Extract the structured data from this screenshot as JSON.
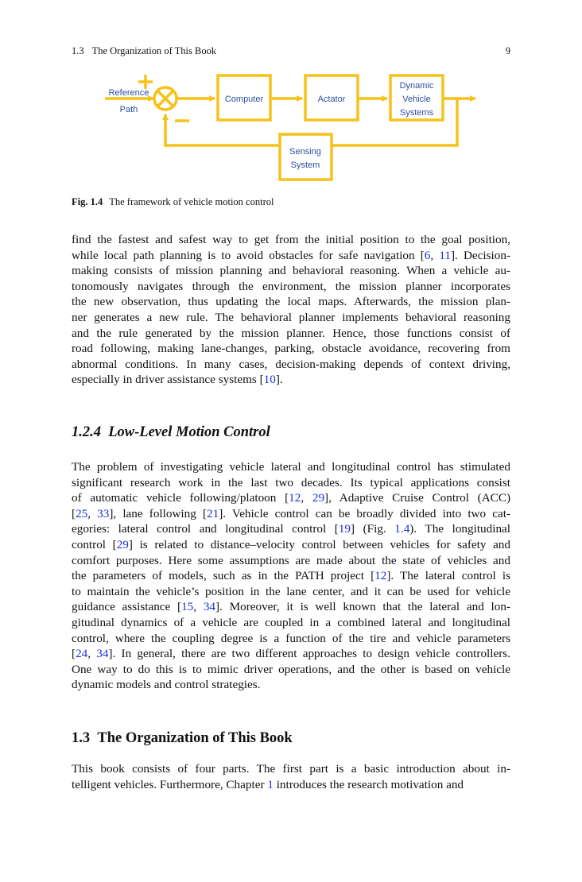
{
  "header": {
    "section": "1.3",
    "title": "The Organization of This Book",
    "page": "9"
  },
  "figure": {
    "labels": {
      "reference_line1": "Reference",
      "reference_line2": "Path",
      "plus": "+",
      "minus": "−",
      "computer": "Computer",
      "actuator": "Actator",
      "dynamic_line1": "Dynamic",
      "dynamic_line2": "Vehicle",
      "dynamic_line3": "Systems",
      "sensing_line1": "Sensing",
      "sensing_line2": "System"
    },
    "colors": {
      "block": "#f6c21a",
      "label": "#2e4ea0"
    }
  },
  "caption": {
    "label": "Fig. 1.4",
    "text": "The framework of vehicle motion control"
  },
  "para1": {
    "lines": [
      [
        "find the fastest and safest way to get from the initial position to the goal position,"
      ],
      [
        "while local path planning is to avoid obstacles for safe navigation [",
        "6",
        ", ",
        "11",
        "]. Decision-"
      ],
      [
        "making consists of mission planning and behavioral reasoning. When a vehicle au-"
      ],
      [
        "tonomously navigates through the environment, the mission planner incorporates"
      ],
      [
        "the new observation, thus updating the local maps. Afterwards, the mission plan-"
      ],
      [
        "ner generates a new rule. The behavioral planner implements behavioral reasoning"
      ],
      [
        "and the rule generated by the mission planner. Hence, those functions consist of"
      ],
      [
        "road following, making lane-changes, parking, obstacle avoidance, recovering from"
      ],
      [
        "abnormal conditions. In many cases, decision-making depends of context driving,"
      ],
      [
        "especially in driver assistance systems [",
        "10",
        "]."
      ]
    ]
  },
  "section_124": {
    "number": "1.2.4",
    "title": "Low-Level Motion Control"
  },
  "para2": {
    "lines": [
      [
        "The problem of investigating vehicle lateral and longitudinal control has stimulated"
      ],
      [
        "significant research work in the last two decades. Its typical applications consist"
      ],
      [
        "of automatic vehicle following/platoon [",
        "12",
        ", ",
        "29",
        "], Adaptive Cruise Control (ACC)"
      ],
      [
        "[",
        "25",
        ", ",
        "33",
        "], lane following [",
        "21",
        "]. Vehicle control can be broadly divided into two cat-"
      ],
      [
        "egories: lateral control and longitudinal control [",
        "19",
        "] (Fig. ",
        "1.4",
        "). The longitudinal"
      ],
      [
        "control [",
        "29",
        "] is related to distance–velocity control between vehicles for safety and"
      ],
      [
        "comfort purposes. Here some assumptions are made about the state of vehicles and"
      ],
      [
        "the parameters of models, such as in the PATH project [",
        "12",
        "]. The lateral control is"
      ],
      [
        "to maintain the vehicle’s position in the lane center, and it can be used for vehicle"
      ],
      [
        "guidance assistance [",
        "15",
        ", ",
        "34",
        "]. Moreover, it is well known that the lateral and lon-"
      ],
      [
        "gitudinal dynamics of a vehicle are coupled in a combined lateral and longitudinal"
      ],
      [
        "control, where the coupling degree is a function of the tire and vehicle parameters"
      ],
      [
        "[",
        "24",
        ", ",
        "34",
        "]. In general, there are two different approaches to design vehicle controllers."
      ],
      [
        "One way to do this is to mimic driver operations, and the other is based on vehicle"
      ],
      [
        "dynamic models and control strategies."
      ]
    ]
  },
  "section_13": {
    "number": "1.3",
    "title": "The Organization of This Book"
  },
  "para3": {
    "lines": [
      [
        "This book consists of four parts. The first part is a basic introduction about in-"
      ],
      [
        "telligent vehicles. Furthermore, Chapter ",
        "1",
        " introduces the research motivation and"
      ]
    ]
  }
}
